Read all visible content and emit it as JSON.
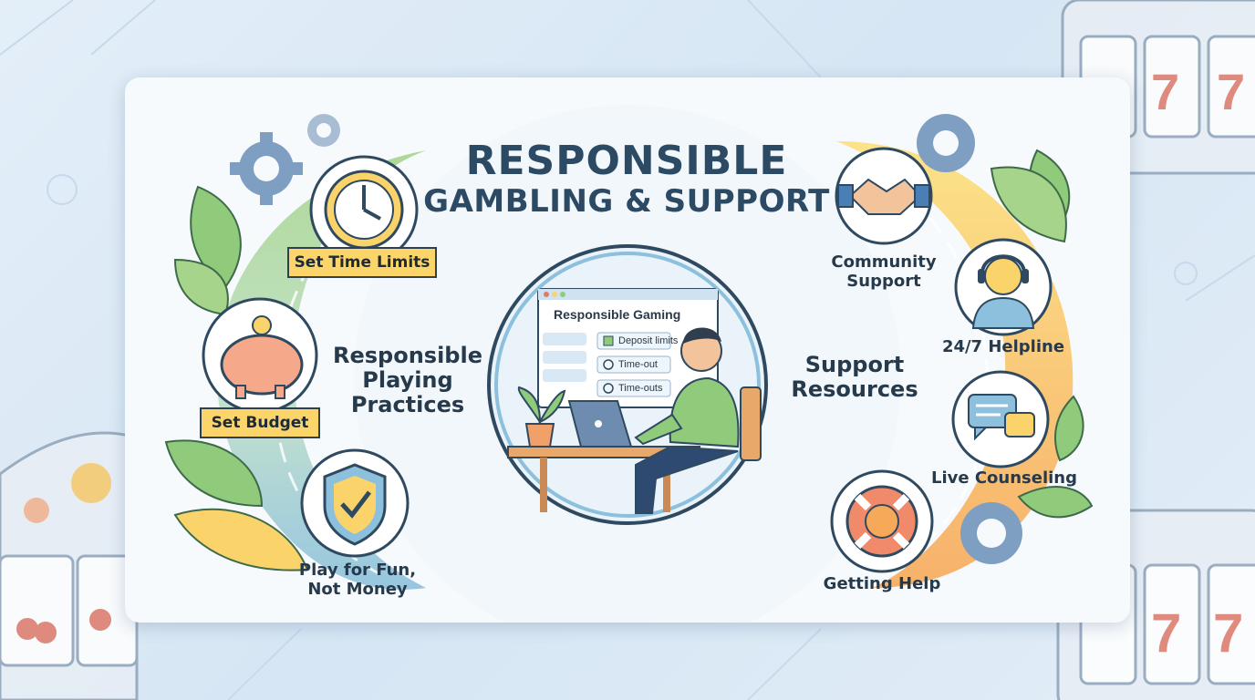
{
  "title": {
    "line1": "RESPONSIBLE",
    "line2": "GAMBLING & SUPPORT"
  },
  "left_section": {
    "heading_lines": [
      "Responsible",
      "Playing",
      "Practices"
    ],
    "items": [
      {
        "label": "Set Time Limits",
        "icon": "clock-icon"
      },
      {
        "label": "Set Budget",
        "icon": "piggy-bank-icon"
      },
      {
        "label_lines": [
          "Play for Fun,",
          "Not Money"
        ],
        "icon": "shield-check-icon"
      }
    ]
  },
  "center_scene": {
    "screen_title": "Responsible Gaming",
    "options": [
      "Deposit limits",
      "Time-out",
      "Time-outs"
    ]
  },
  "right_section": {
    "heading_lines": [
      "Support",
      "Resources"
    ],
    "items": [
      {
        "label_lines": [
          "Community",
          "Support"
        ],
        "icon": "handshake-icon"
      },
      {
        "label": "24/7 Helpline",
        "icon": "headset-icon"
      },
      {
        "label": "Live Counseling",
        "icon": "chat-bubbles-icon"
      },
      {
        "label": "Getting Help",
        "icon": "lifebuoy-icon"
      }
    ]
  },
  "colors": {
    "title": "#2c4a63",
    "ribbon": "#fbd56a",
    "left_arc_green": "#9fcf8a",
    "left_arc_blue": "#8cc0dc",
    "right_arc_yellow": "#fbd36b",
    "right_arc_orange": "#f7a95a",
    "icon_circle_border": "#2f4a60"
  }
}
